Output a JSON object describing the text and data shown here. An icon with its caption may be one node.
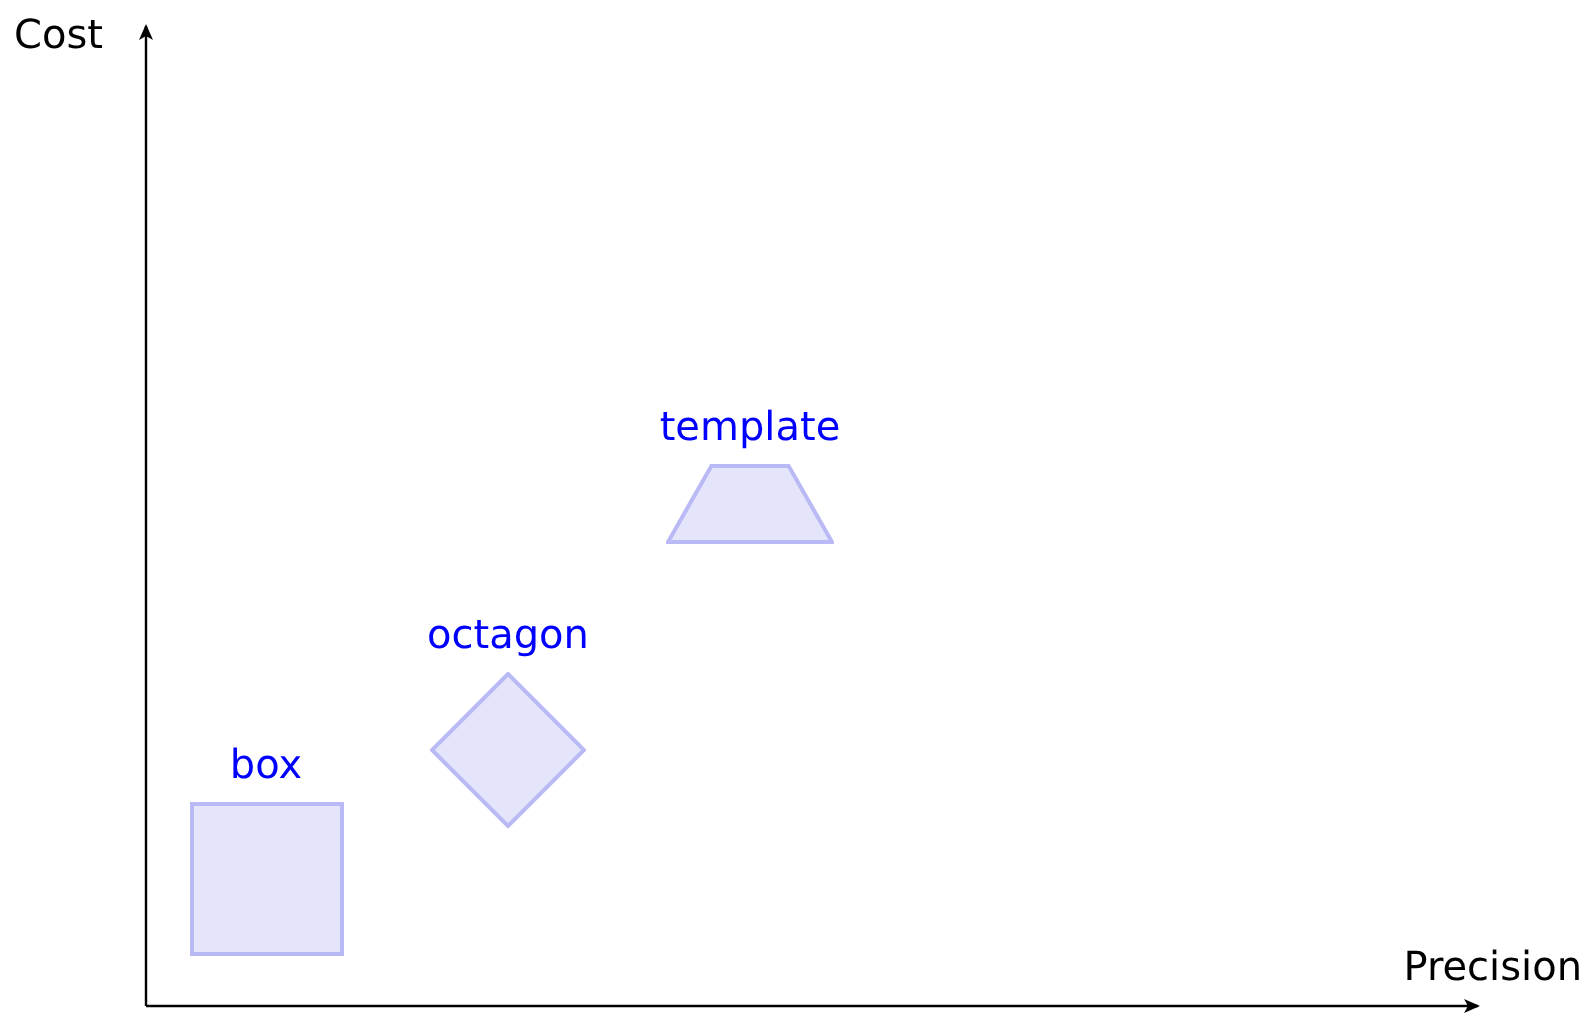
{
  "diagram": {
    "nodes": [
      {
        "text": [
          "box"
        ]
      },
      {
        "text": [
          "octagon"
        ]
      },
      {
        "text": [
          "template"
        ]
      }
    ],
    "labels": [
      "Cost",
      "Precision"
    ]
  }
}
